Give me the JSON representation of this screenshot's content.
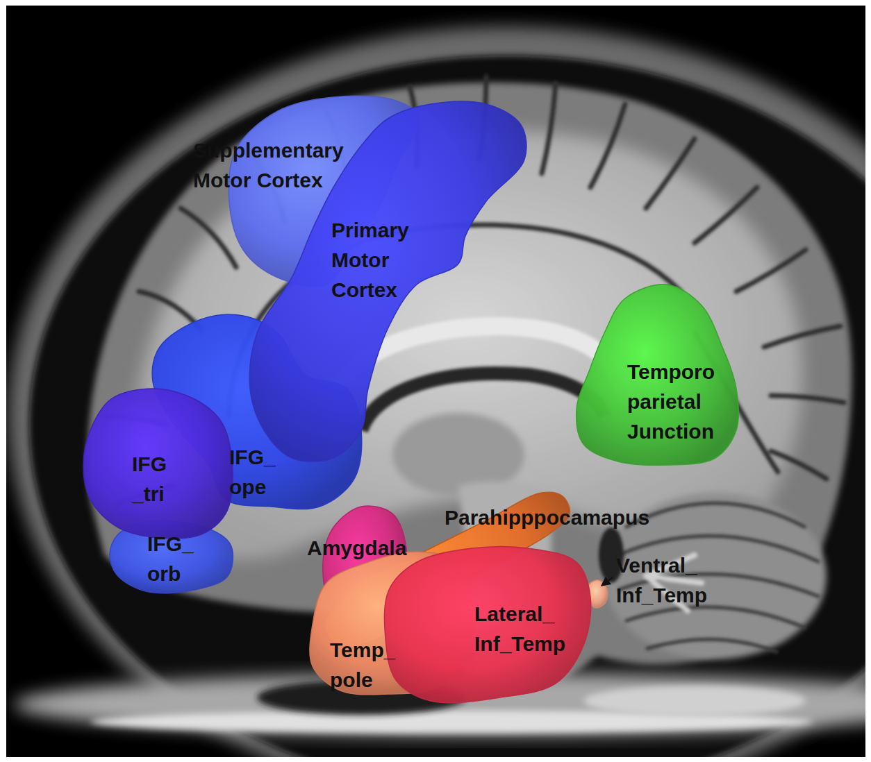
{
  "diagram": {
    "nodes": [
      {
        "text": [
          "Supplementary Motor Cortex"
        ]
      },
      {
        "text": [
          "Primary Motor Cortex"
        ]
      },
      {
        "text": [
          "IFG _tri"
        ]
      },
      {
        "text": [
          "IFG_ ope"
        ]
      },
      {
        "text": [
          "IFG_ orb"
        ]
      },
      {
        "text": [
          "Temporo parietal Junction"
        ]
      },
      {
        "text": [
          "Amygdala"
        ]
      },
      {
        "text": [
          "Parahipppocamapus"
        ]
      },
      {
        "text": [
          "Ventral_ Inf_Temp"
        ]
      },
      {
        "text": [
          "Temp_ pole"
        ]
      },
      {
        "text": [
          "Lateral_ Inf_Temp"
        ]
      }
    ]
  }
}
